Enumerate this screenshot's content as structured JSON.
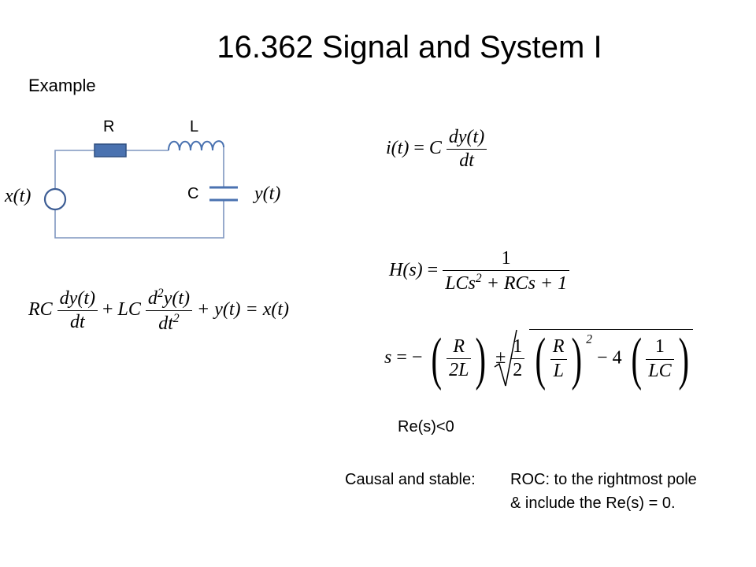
{
  "slide": {
    "title": "16.362 Signal and System I",
    "subtitle": "Example"
  },
  "circuit": {
    "r_label": "R",
    "l_label": "L",
    "c_label": "C",
    "input_label": "x(t)",
    "output_label": "y(t)",
    "resistor_color": "#4a72b0",
    "wire_color": "#7f96bf"
  },
  "equations": {
    "current": {
      "lhs": "i(t)",
      "eq": "=",
      "coef": "C",
      "num": "dy(t)",
      "den": "dt"
    },
    "differential": {
      "rc": "RC",
      "rc_num": "dy(t)",
      "rc_den": "dt",
      "plus1": "+",
      "lc": "LC",
      "lc_num_d": "d",
      "lc_num_exp": "2",
      "lc_num_rest": "y(t)",
      "lc_den_dt": "dt",
      "lc_den_exp": "2",
      "tail": "+ y(t) = x(t)"
    },
    "transfer": {
      "lhs": "H(s)",
      "eq": "=",
      "num": "1",
      "den_a": "LCs",
      "den_exp": "2",
      "den_b": "+ RCs + 1"
    },
    "poles": {
      "lhs": "s",
      "eq": "= −",
      "f1_num": "R",
      "f1_den": "2L",
      "pm": "±",
      "f2_num": "1",
      "f2_den": "2",
      "f3_num": "R",
      "f3_den": "L",
      "sq": "2",
      "minus4": "− 4",
      "f4_num": "1",
      "f4_den": "LC"
    }
  },
  "notes": {
    "re_condition": "Re(s)<0",
    "causal_label": "Causal and stable:",
    "roc_line1": "ROC: to the rightmost pole",
    "roc_line2": "& include the Re(s) = 0."
  }
}
